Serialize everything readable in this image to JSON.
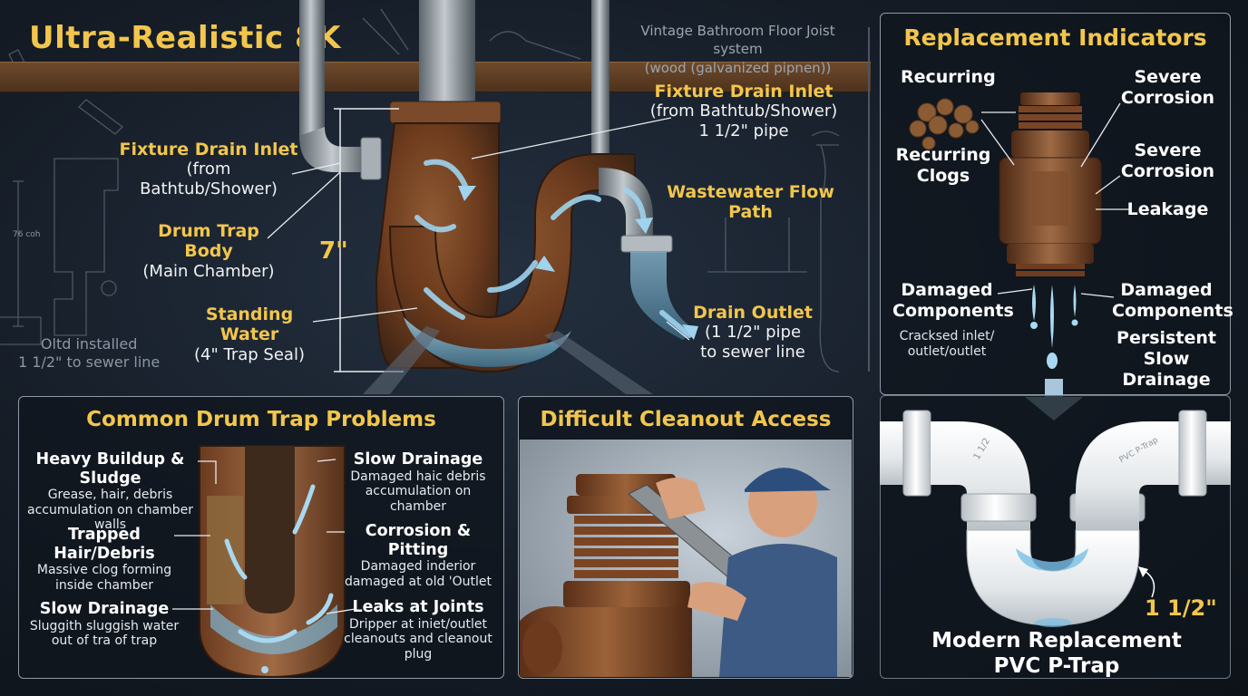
{
  "header": {
    "title": "Ultra-Realistic 8K",
    "caption_line1": "Vintage Bathroom Floor Joist system",
    "caption_line2": "(wood (galvanized pipnen))"
  },
  "main_diagram": {
    "inlet_left": {
      "title": "Fixture Drain Inlet",
      "sub": "(from Bathtub/Shower)"
    },
    "inlet_right": {
      "title": "Fixture Drain Inlet",
      "sub1": "(from Bathtub/Shower)",
      "sub2": "1 1/2\" pipe"
    },
    "body": {
      "title": "Drum Trap Body",
      "sub": "(Main Chamber)"
    },
    "water": {
      "title": "Standing Water",
      "sub": "(4\" Trap Seal)"
    },
    "flow": {
      "title": "Wastewater Flow Path"
    },
    "outlet": {
      "title": "Drain Outlet",
      "sub1": "(1 1/2\" pipe",
      "sub2": "to sewer line"
    },
    "dimension": "7\"",
    "sketch_dim": "76 coh",
    "sketch_note_line1": "Oltd installed",
    "sketch_note_line2": "1 1/2\" to sewer line"
  },
  "problems": {
    "title": "Common Drum Trap Problems",
    "buildup": {
      "title": "Heavy Buildup & Sludge",
      "line1": "Grease, hair, debris",
      "line2": "accumulation on chamber walls"
    },
    "trapped": {
      "title": "Trapped Hair/Debris",
      "line1": "Massive clog forming",
      "line2": "inside chamber"
    },
    "slow_left": {
      "title": "Slow Drainage",
      "line1": "Sluggith sluggish water",
      "line2": "out of tra of trap"
    },
    "slow_right": {
      "title": "Slow Drainage",
      "line1": "Damaged haic debris",
      "line2": "accumulation on chamber"
    },
    "corrosion": {
      "title": "Corrosion & Pitting",
      "line1": "Damaged inderior",
      "line2": "damaged at old 'Outlet"
    },
    "leaks": {
      "title": "Leaks at Joints",
      "line1": "Dripper at iniet/outlet",
      "line2": "cleanouts and cleanout plug"
    }
  },
  "cleanout": {
    "title": "Difficult Cleanout Access"
  },
  "indicators": {
    "title": "Replacement Indicators",
    "recurring": "Recurring",
    "recurring_clogs_1": "Recurring",
    "recurring_clogs_2": "Clogs",
    "severe1_1": "Severe",
    "severe1_2": "Corrosion",
    "severe2_1": "Severe",
    "severe2_2": "Corrosion",
    "leakage": "Leakage",
    "damaged_left_1": "Damaged",
    "damaged_left_2": "Components",
    "damaged_right_1": "Damaged",
    "damaged_right_2": "Components",
    "cracked_1": "Cracksed inlet/",
    "cracked_2": "outlet/outlet",
    "persistent_1": "Persistent",
    "persistent_2": "Slow Drainage"
  },
  "replacement": {
    "size": "1 1/2\"",
    "pipe_mark_left": "1 1/2",
    "pipe_mark_right": "PVC P-Trap",
    "title_line1": "Modern Replacement",
    "title_line2": "PVC P-Trap"
  },
  "colors": {
    "accent_gold": "#f2c64d",
    "rust": "#8a4a22",
    "pipe_steel": "#9aa3aa",
    "water_blue": "#8fd0f0",
    "background": "#151c26"
  }
}
